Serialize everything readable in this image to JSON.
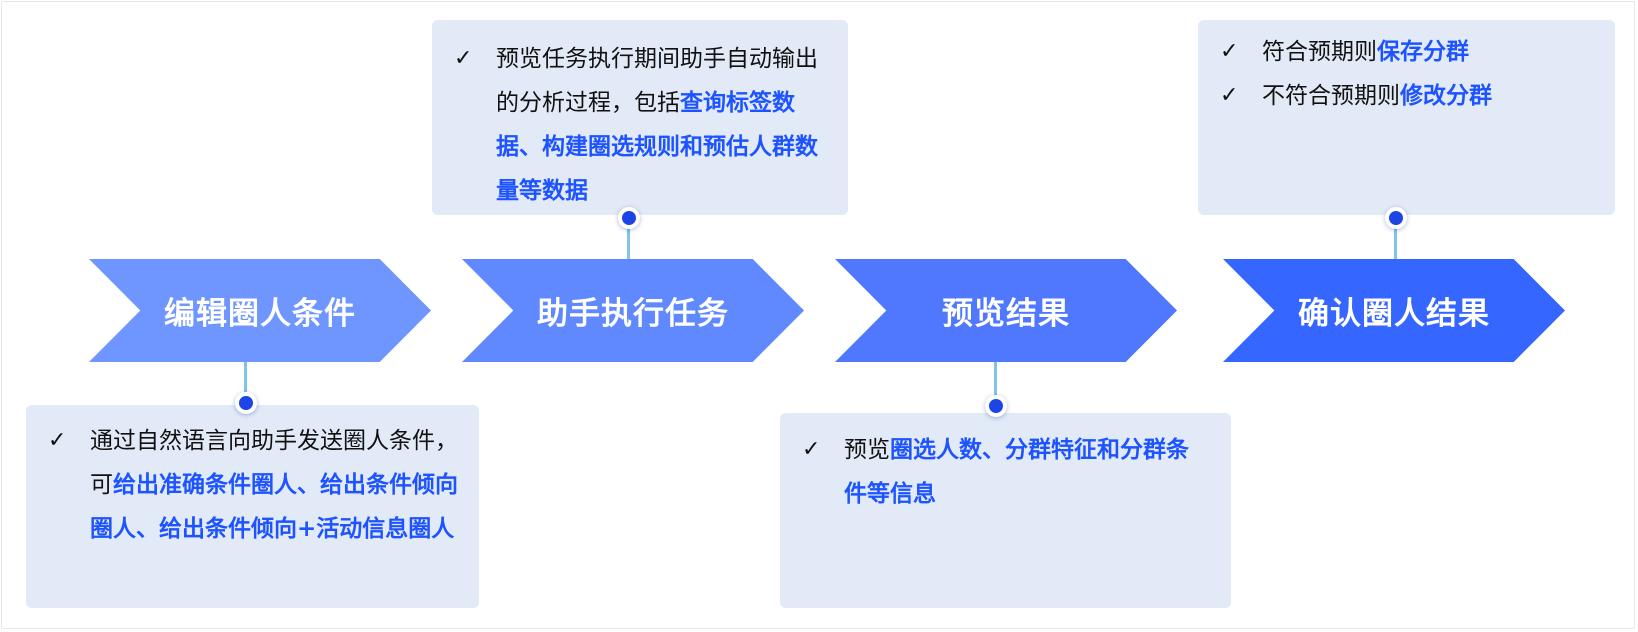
{
  "steps": [
    {
      "label": "编辑圈人条件",
      "color": "#6f95ff"
    },
    {
      "label": "助手执行任务",
      "color": "#6088ff"
    },
    {
      "label": "预览结果",
      "color": "#4f78ff"
    },
    {
      "label": "确认圈人结果",
      "color": "#3566ff"
    }
  ],
  "notes": {
    "step1": {
      "plain1": "通过自然语言向助手发送圈人条件，可",
      "hl1": "给出准确条件圈人、给出条件倾向圈人、给出条件倾向+活动信息圈人"
    },
    "step2": {
      "plain1": "预览任务执行期间助手自动输出的分析过程，包括",
      "hl1": "查询标签数据、构建圈选规则和预估人群数量等数据"
    },
    "step3": {
      "plain1": "预览",
      "hl1": "圈选人数、分群特征和分群条件等信息"
    },
    "step4": {
      "items": [
        {
          "plain": "符合预期则",
          "hl": "保存分群"
        },
        {
          "plain": "不符合预期则",
          "hl": "修改分群"
        }
      ]
    }
  },
  "icons": {
    "check": "✓"
  },
  "colors": {
    "highlight": "#1e54ff",
    "panel": "#e2eaf7",
    "dot": "#1d45e6",
    "connector": "#7fc4ea"
  }
}
